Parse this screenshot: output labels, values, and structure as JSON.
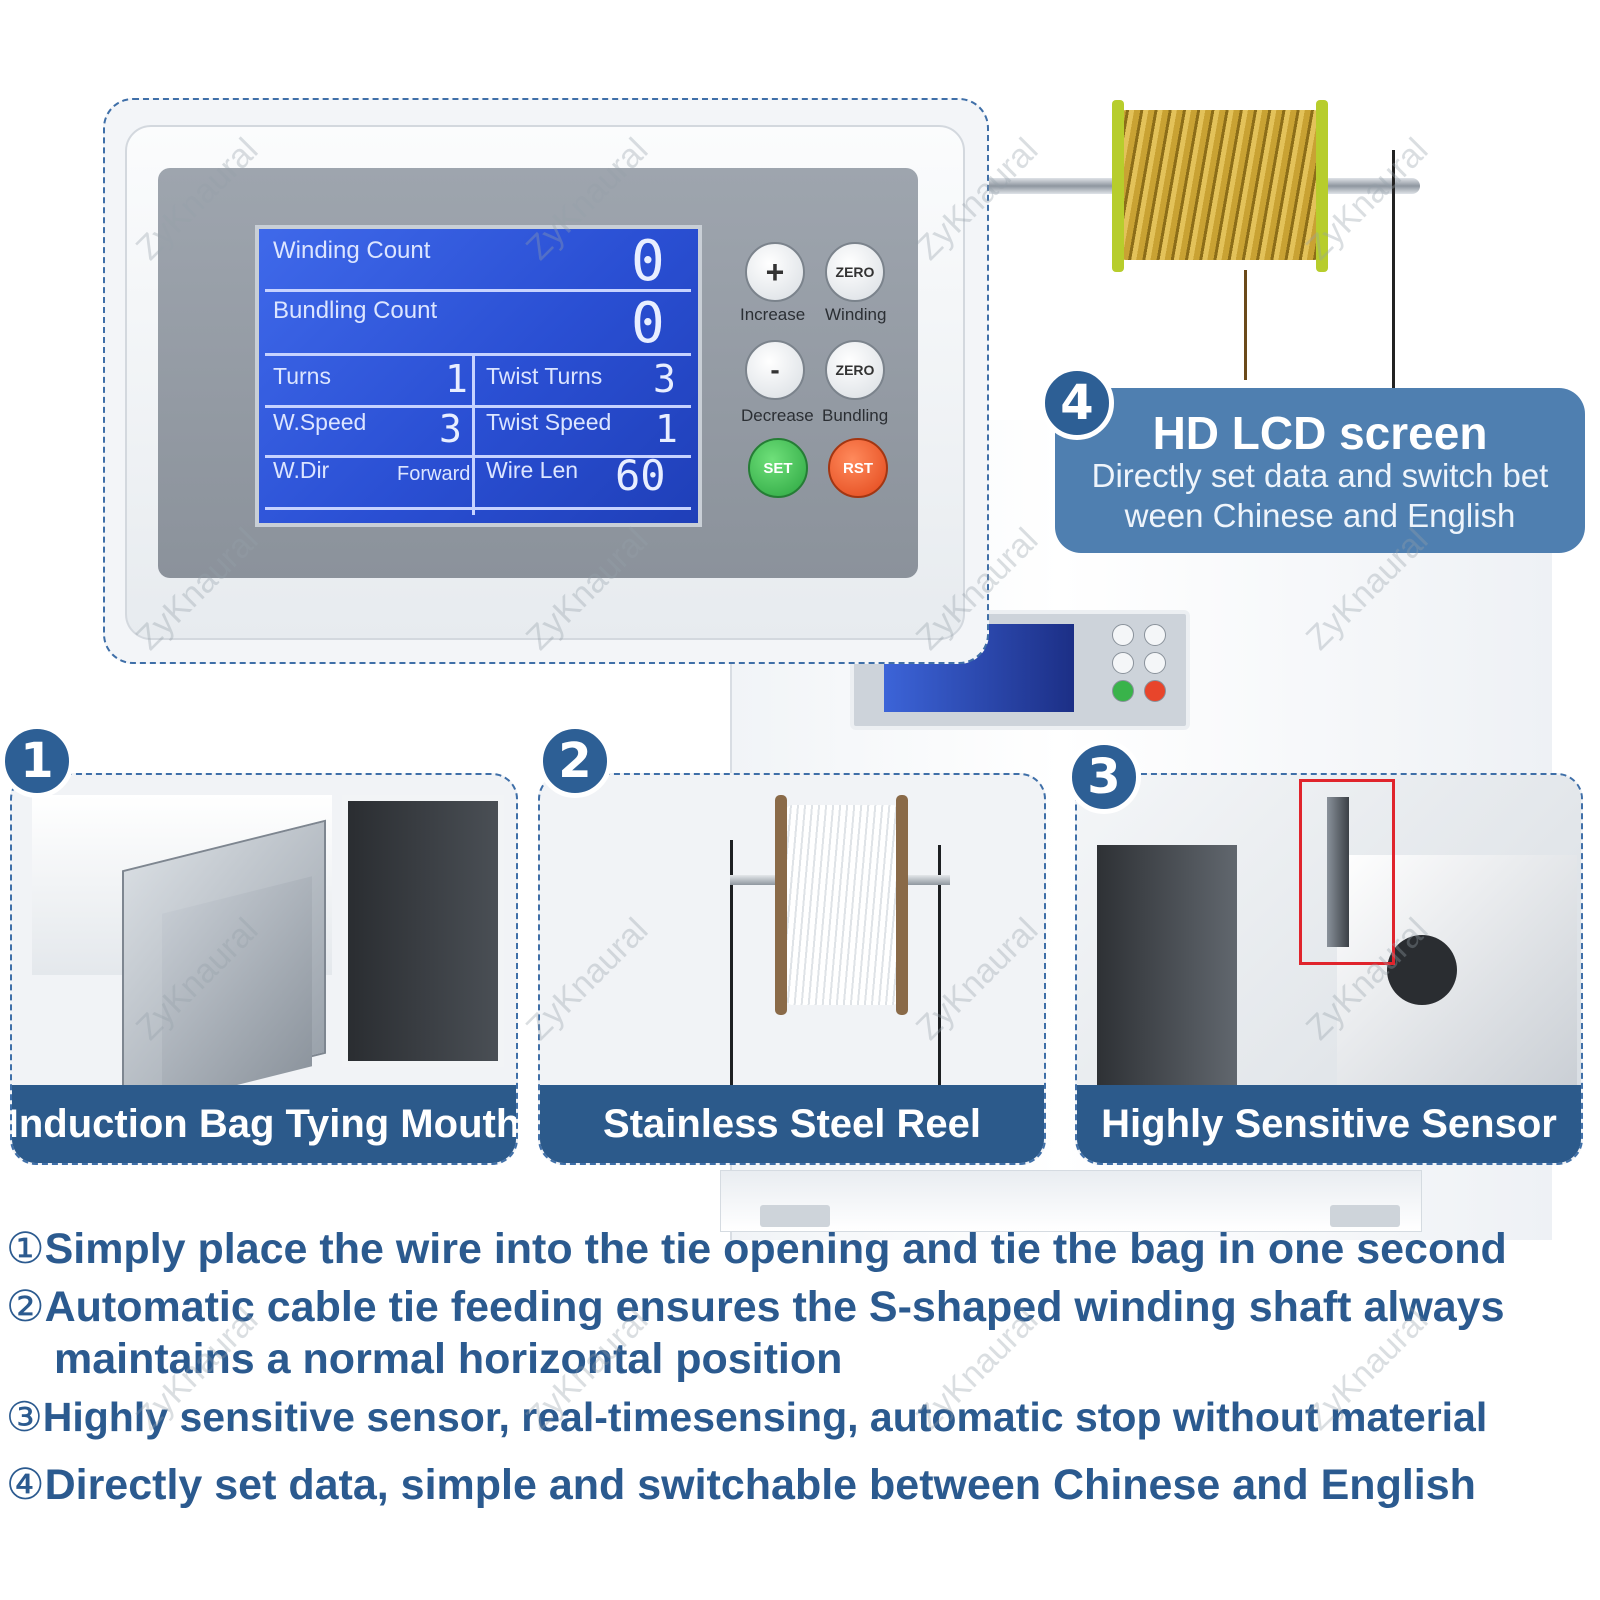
{
  "lcd": {
    "winding_count_label": "Winding Count",
    "winding_count_value": "0",
    "bundling_count_label": "Bundling Count",
    "bundling_count_value": "0",
    "turns_label": "Turns",
    "turns_value": "1",
    "twist_turns_label": "Twist Turns",
    "twist_turns_value": "3",
    "wspeed_label": "W.Speed",
    "wspeed_value": "3",
    "twist_speed_label": "Twist Speed",
    "twist_speed_value": "1",
    "wdir_label": "W.Dir",
    "wdir_value": "Forward",
    "wire_len_label": "Wire Len",
    "wire_len_value": "60"
  },
  "controls": {
    "increase_symbol": "+",
    "increase_caption": "Increase",
    "zero_winding_label": "ZERO",
    "zero_winding_caption": "Winding",
    "decrease_symbol": "-",
    "decrease_caption": "Decrease",
    "zero_bundling_label": "ZERO",
    "zero_bundling_caption": "Bundling",
    "set_label": "SET",
    "rst_label": "RST"
  },
  "callout": {
    "number": "4",
    "title": "HD LCD screen",
    "description": "Directly set data and switch bet ween Chinese and English"
  },
  "cards": [
    {
      "number": "1",
      "caption": "Induction Bag Tying Mouth"
    },
    {
      "number": "2",
      "caption": "Stainless Steel Reel"
    },
    {
      "number": "3",
      "caption": "Highly Sensitive Sensor"
    }
  ],
  "features": [
    {
      "marker": "①",
      "text": "Simply place the wire into the tie opening and tie the bag in one second"
    },
    {
      "marker": "②",
      "text": "Automatic cable tie feeding ensures the S-shaped winding shaft always"
    },
    {
      "marker": "",
      "text": "maintains a normal horizontal position"
    },
    {
      "marker": "③",
      "text": "Highly sensitive sensor, real-timesensing, automatic stop without material"
    },
    {
      "marker": "④",
      "text": "Directly set data, simple and switchable between Chinese and English"
    }
  ],
  "watermark": "ZyKnaural",
  "colors": {
    "brand_blue": "#2c5a8b",
    "lcd_blue": "#2a4fd3",
    "set_green": "#2ba540",
    "rst_red": "#e2471a"
  }
}
